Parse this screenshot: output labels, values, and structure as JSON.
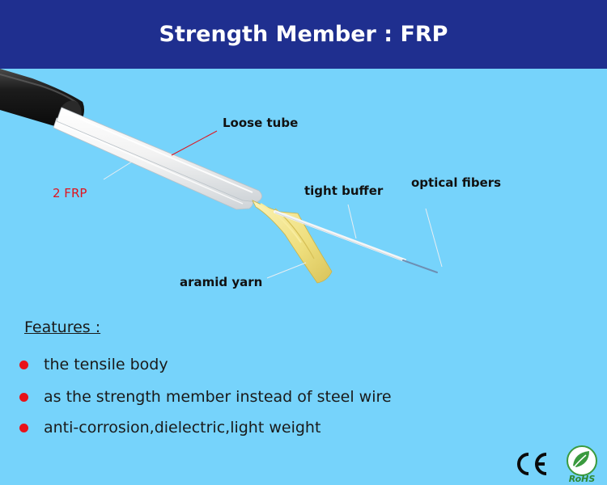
{
  "header": {
    "title": "Strength Member : FRP"
  },
  "diagram": {
    "labels": {
      "loose_tube": "Loose tube",
      "frp": "2 FRP",
      "tight_buffer": "tight buffer",
      "optical_fibers": "optical fibers",
      "aramid_yarn": "aramid yarn"
    }
  },
  "features": {
    "heading": "Features :",
    "items": [
      "the tensile body",
      "as the strength member instead of steel wire",
      "anti-corrosion,dielectric,light weight"
    ]
  },
  "certifications": {
    "ce": "CE",
    "rohs": "RoHS"
  },
  "colors": {
    "header_bg": "#1f2f8f",
    "page_bg": "#76d3fb",
    "accent_red": "#e0141e"
  }
}
